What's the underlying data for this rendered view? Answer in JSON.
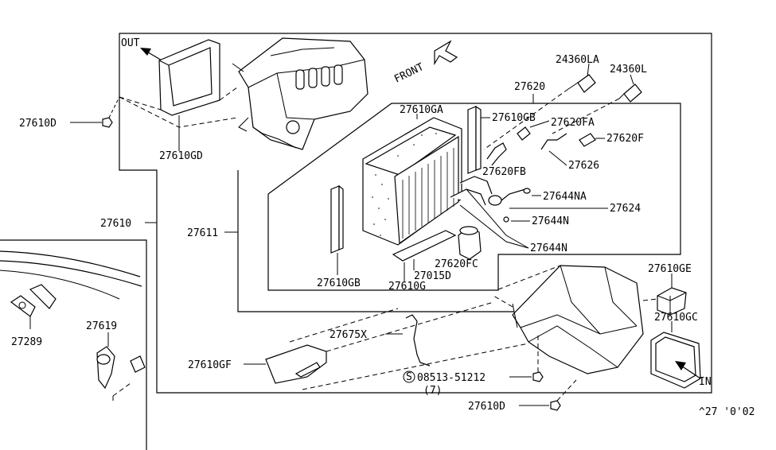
{
  "labels": {
    "out": "OUT",
    "in": "IN",
    "front": "FRONT",
    "p27610D_top": "27610D",
    "p27610GD": "27610GD",
    "p27610": "27610",
    "p27611": "27611",
    "p27610GA": "27610GA",
    "p27610GB_top": "27610GB",
    "p27620": "27620",
    "p24360LA": "24360LA",
    "p24360L": "24360L",
    "p27620FA": "27620FA",
    "p27620F": "27620F",
    "p27620FB": "27620FB",
    "p27626": "27626",
    "p27644NA": "27644NA",
    "p27624": "27624",
    "p27644N_a": "27644N",
    "p27644N_b": "27644N",
    "p27620FC": "27620FC",
    "p27015D": "27015D",
    "p27610GB_bot": "27610GB",
    "p27610G": "27610G",
    "p27610GE": "27610GE",
    "p27610GC": "27610GC",
    "p27675X": "27675X",
    "p27610GF": "27610GF",
    "screw_s": "S",
    "screw_part": "08513-51212",
    "screw_qty": "(7)",
    "p27610D_bot": "27610D",
    "p27289": "27289",
    "p27619": "27619",
    "diagram_code": "^27 '0'02"
  }
}
